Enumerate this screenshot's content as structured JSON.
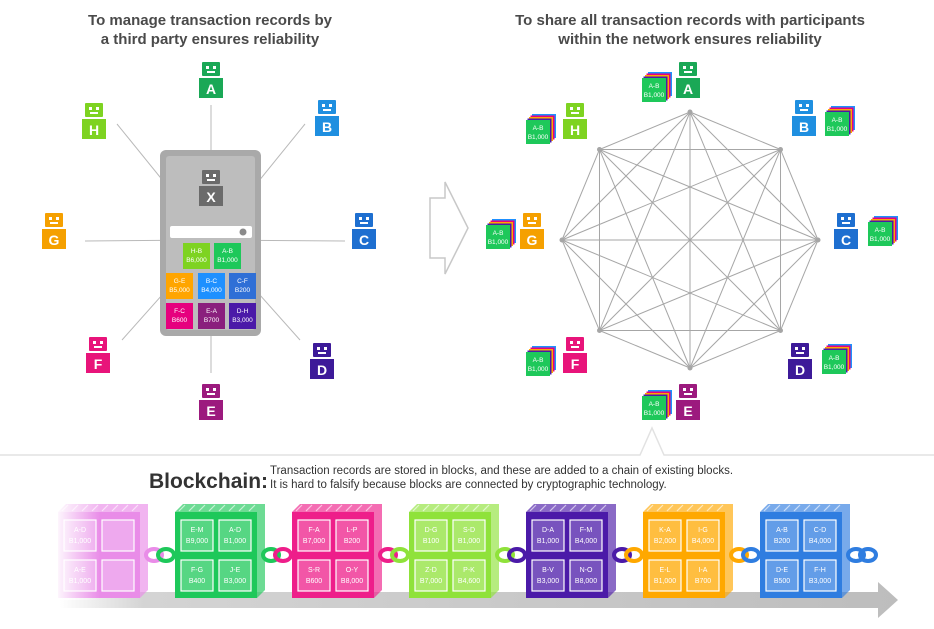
{
  "titles": {
    "left_line1": "To manage transaction records by",
    "left_line2": "a third party ensures reliability",
    "right_line1": "To share all transaction records with participants",
    "right_line2": "within the network ensures reliability"
  },
  "central": {
    "label": "X",
    "records": [
      {
        "pair": "H-B",
        "amount": "B6,000",
        "color": "#7ed321"
      },
      {
        "pair": "A-B",
        "amount": "B1,000",
        "color": "#1ec85a"
      },
      {
        "pair": "G-E",
        "amount": "B5,000",
        "color": "#ffa500"
      },
      {
        "pair": "B-C",
        "amount": "B4,000",
        "color": "#1e90ff"
      },
      {
        "pair": "C-F",
        "amount": "B200",
        "color": "#2f6fd6"
      },
      {
        "pair": "F-C",
        "amount": "B600",
        "color": "#e6007e"
      },
      {
        "pair": "E-A",
        "amount": "B700",
        "color": "#8a1f7d"
      },
      {
        "pair": "D-H",
        "amount": "B3,000",
        "color": "#4b1aa8"
      }
    ]
  },
  "participants": [
    {
      "label": "A",
      "color": "#1aa856"
    },
    {
      "label": "B",
      "color": "#1f8fe0"
    },
    {
      "label": "C",
      "color": "#1e6fd0"
    },
    {
      "label": "D",
      "color": "#3d1a99"
    },
    {
      "label": "E",
      "color": "#9c1a7e"
    },
    {
      "label": "F",
      "color": "#e8147a"
    },
    {
      "label": "G",
      "color": "#f5a000"
    },
    {
      "label": "H",
      "color": "#7ed321"
    }
  ],
  "shared_ledger": {
    "pair": "A-B",
    "amount": "B1,000"
  },
  "blockchain": {
    "title": "Blockchain:",
    "desc_line1": "Transaction records are stored in blocks, and these are added to a chain of existing blocks.",
    "desc_line2": "It is hard to falsify because blocks are connected by cryptographic technology.",
    "blocks": [
      {
        "color": "#e98ce8",
        "cells": [
          {
            "pair": "A-D",
            "amount": "B1,000"
          },
          {
            "pair": "",
            "amount": ""
          },
          {
            "pair": "A-E",
            "amount": "B1,000"
          },
          {
            "pair": "",
            "amount": ""
          }
        ]
      },
      {
        "color": "#1ec85a",
        "cells": [
          {
            "pair": "E-M",
            "amount": "B9,000"
          },
          {
            "pair": "A-D",
            "amount": "B1,000"
          },
          {
            "pair": "F-G",
            "amount": "B400"
          },
          {
            "pair": "J-E",
            "amount": "B3,000"
          }
        ]
      },
      {
        "color": "#ee1e8a",
        "cells": [
          {
            "pair": "F-A",
            "amount": "B7,000"
          },
          {
            "pair": "L-P",
            "amount": "B200"
          },
          {
            "pair": "S-R",
            "amount": "B600"
          },
          {
            "pair": "O-Y",
            "amount": "B8,000"
          }
        ]
      },
      {
        "color": "#8fe23a",
        "cells": [
          {
            "pair": "D-G",
            "amount": "B100"
          },
          {
            "pair": "S-D",
            "amount": "B1,000"
          },
          {
            "pair": "Z-D",
            "amount": "B7,000"
          },
          {
            "pair": "P-K",
            "amount": "B4,600"
          }
        ]
      },
      {
        "color": "#4b1aa8",
        "cells": [
          {
            "pair": "D-A",
            "amount": "B1,000"
          },
          {
            "pair": "F-M",
            "amount": "B4,000"
          },
          {
            "pair": "B-V",
            "amount": "B3,000"
          },
          {
            "pair": "N-O",
            "amount": "B8,000"
          }
        ]
      },
      {
        "color": "#ffa800",
        "cells": [
          {
            "pair": "K-A",
            "amount": "B2,000"
          },
          {
            "pair": "I-G",
            "amount": "B4,000"
          },
          {
            "pair": "E-L",
            "amount": "B1,000"
          },
          {
            "pair": "I-A",
            "amount": "B700"
          }
        ]
      },
      {
        "color": "#2f7de0",
        "cells": [
          {
            "pair": "A-B",
            "amount": "B200"
          },
          {
            "pair": "C-D",
            "amount": "B4,000"
          },
          {
            "pair": "D-E",
            "amount": "B500"
          },
          {
            "pair": "F-H",
            "amount": "B3,000"
          }
        ]
      }
    ]
  }
}
